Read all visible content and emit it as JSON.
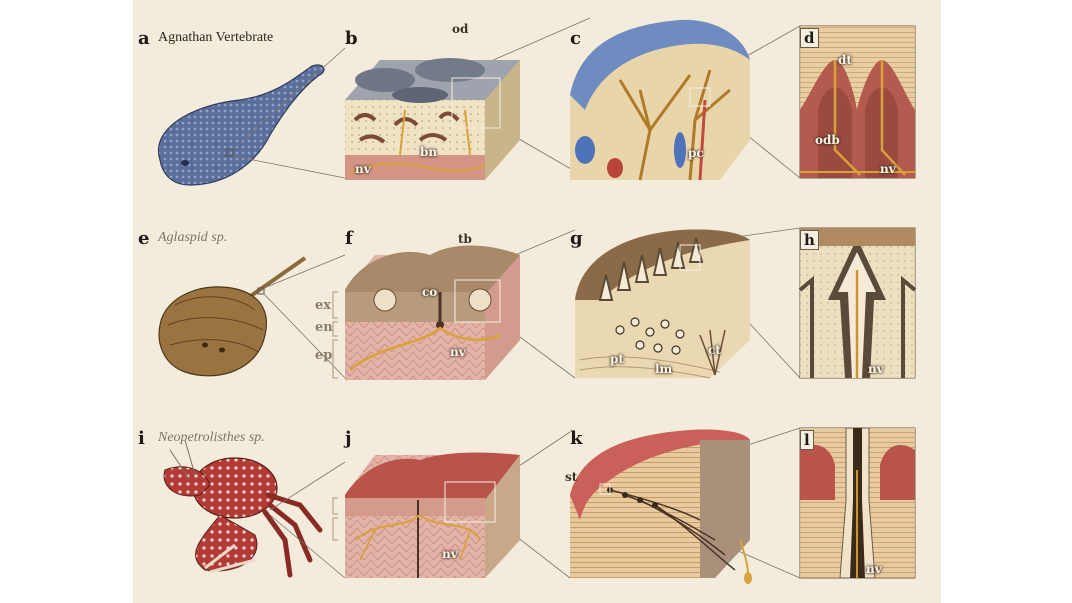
{
  "rows": [
    {
      "organism": {
        "letter": "a",
        "name": "Agnathan Vertebrate"
      },
      "panels": [
        {
          "letter": "b",
          "labels": [
            "od",
            "bn",
            "nv"
          ]
        },
        {
          "letter": "c",
          "labels": [
            "pc"
          ]
        },
        {
          "letter": "d",
          "labels": [
            "dt",
            "odb",
            "nv"
          ]
        }
      ]
    },
    {
      "organism": {
        "letter": "e",
        "name": "Aglaspid sp."
      },
      "panels": [
        {
          "letter": "f",
          "labels": [
            "tb",
            "co",
            "nv"
          ],
          "layers": [
            "ex",
            "en",
            "ep"
          ]
        },
        {
          "letter": "g",
          "labels": [
            "pt",
            "lm",
            "ct"
          ]
        },
        {
          "letter": "h",
          "labels": [
            "nv"
          ]
        }
      ]
    },
    {
      "organism": {
        "letter": "i",
        "name": "Neopetrolisthes sp."
      },
      "panels": [
        {
          "letter": "j",
          "labels": [
            "nv"
          ]
        },
        {
          "letter": "k",
          "labels": [
            "st"
          ]
        },
        {
          "letter": "l",
          "labels": [
            "nv"
          ]
        }
      ]
    }
  ],
  "colors": {
    "background": "#f3ecdc",
    "vertebrate": "#5a6e9c",
    "aglaspid": "#8a6a3a",
    "crab": "#b33a35",
    "tissue_pink": "#d9a39a",
    "nerve": "#d7a23a",
    "canal_blue": "#4e73b8"
  }
}
